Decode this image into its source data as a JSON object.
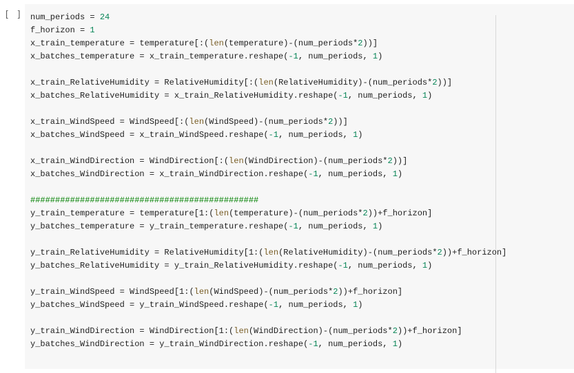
{
  "cell": {
    "run_indicator": "[ ]",
    "lines": [
      [
        {
          "t": "num_periods = "
        },
        {
          "t": "24",
          "c": "n"
        }
      ],
      [
        {
          "t": "f_horizon = "
        },
        {
          "t": "1",
          "c": "n"
        }
      ],
      [
        {
          "t": "x_train_temperature = temperature[:("
        },
        {
          "t": "len",
          "c": "f"
        },
        {
          "t": "(temperature)-(num_periods*"
        },
        {
          "t": "2",
          "c": "n"
        },
        {
          "t": "))]"
        }
      ],
      [
        {
          "t": "x_batches_temperature = x_train_temperature.reshape("
        },
        {
          "t": "-1",
          "c": "n"
        },
        {
          "t": ", num_periods, "
        },
        {
          "t": "1",
          "c": "n"
        },
        {
          "t": ")"
        }
      ],
      [],
      [
        {
          "t": "x_train_RelativeHumidity = RelativeHumidity[:("
        },
        {
          "t": "len",
          "c": "f"
        },
        {
          "t": "(RelativeHumidity)-(num_periods*"
        },
        {
          "t": "2",
          "c": "n"
        },
        {
          "t": "))]"
        }
      ],
      [
        {
          "t": "x_batches_RelativeHumidity = x_train_RelativeHumidity.reshape("
        },
        {
          "t": "-1",
          "c": "n"
        },
        {
          "t": ", num_periods, "
        },
        {
          "t": "1",
          "c": "n"
        },
        {
          "t": ")"
        }
      ],
      [],
      [
        {
          "t": "x_train_WindSpeed = WindSpeed[:("
        },
        {
          "t": "len",
          "c": "f"
        },
        {
          "t": "(WindSpeed)-(num_periods*"
        },
        {
          "t": "2",
          "c": "n"
        },
        {
          "t": "))]"
        }
      ],
      [
        {
          "t": "x_batches_WindSpeed = x_train_WindSpeed.reshape("
        },
        {
          "t": "-1",
          "c": "n"
        },
        {
          "t": ", num_periods, "
        },
        {
          "t": "1",
          "c": "n"
        },
        {
          "t": ")"
        }
      ],
      [],
      [
        {
          "t": "x_train_WindDirection = WindDirection[:("
        },
        {
          "t": "len",
          "c": "f"
        },
        {
          "t": "(WindDirection)-(num_periods*"
        },
        {
          "t": "2",
          "c": "n"
        },
        {
          "t": "))]"
        }
      ],
      [
        {
          "t": "x_batches_WindDirection = x_train_WindDirection.reshape("
        },
        {
          "t": "-1",
          "c": "n"
        },
        {
          "t": ", num_periods, "
        },
        {
          "t": "1",
          "c": "n"
        },
        {
          "t": ")"
        }
      ],
      [],
      [
        {
          "t": "##############################################",
          "c": "c"
        }
      ],
      [
        {
          "t": "y_train_temperature = temperature[1:("
        },
        {
          "t": "len",
          "c": "f"
        },
        {
          "t": "(temperature)-(num_periods*"
        },
        {
          "t": "2",
          "c": "n"
        },
        {
          "t": "))+f_horizon]"
        }
      ],
      [
        {
          "t": "y_batches_temperature = y_train_temperature.reshape("
        },
        {
          "t": "-1",
          "c": "n"
        },
        {
          "t": ", num_periods, "
        },
        {
          "t": "1",
          "c": "n"
        },
        {
          "t": ")"
        }
      ],
      [],
      [
        {
          "t": "y_train_RelativeHumidity = RelativeHumidity[1:("
        },
        {
          "t": "len",
          "c": "f"
        },
        {
          "t": "(RelativeHumidity)-(num_periods*"
        },
        {
          "t": "2",
          "c": "n"
        },
        {
          "t": "))+f_horizon]"
        }
      ],
      [
        {
          "t": "y_batches_RelativeHumidity = y_train_RelativeHumidity.reshape("
        },
        {
          "t": "-1",
          "c": "n"
        },
        {
          "t": ", num_periods, "
        },
        {
          "t": "1",
          "c": "n"
        },
        {
          "t": ")"
        }
      ],
      [],
      [
        {
          "t": "y_train_WindSpeed = WindSpeed[1:("
        },
        {
          "t": "len",
          "c": "f"
        },
        {
          "t": "(WindSpeed)-(num_periods*"
        },
        {
          "t": "2",
          "c": "n"
        },
        {
          "t": "))+f_horizon]"
        }
      ],
      [
        {
          "t": "y_batches_WindSpeed = y_train_WindSpeed.reshape("
        },
        {
          "t": "-1",
          "c": "n"
        },
        {
          "t": ", num_periods, "
        },
        {
          "t": "1",
          "c": "n"
        },
        {
          "t": ")"
        }
      ],
      [],
      [
        {
          "t": "y_train_WindDirection = WindDirection[1:("
        },
        {
          "t": "len",
          "c": "f"
        },
        {
          "t": "(WindDirection)-(num_periods*"
        },
        {
          "t": "2",
          "c": "n"
        },
        {
          "t": "))+f_horizon]"
        }
      ],
      [
        {
          "t": "y_batches_WindDirection = y_train_WindDirection.reshape("
        },
        {
          "t": "-1",
          "c": "n"
        },
        {
          "t": ", num_periods, "
        },
        {
          "t": "1",
          "c": "n"
        },
        {
          "t": ")"
        }
      ]
    ]
  },
  "colors": {
    "editor_bg": "#f7f7f7",
    "number": "#098658",
    "builtin_function": "#795e26",
    "comment": "#008000",
    "text": "#212121"
  }
}
